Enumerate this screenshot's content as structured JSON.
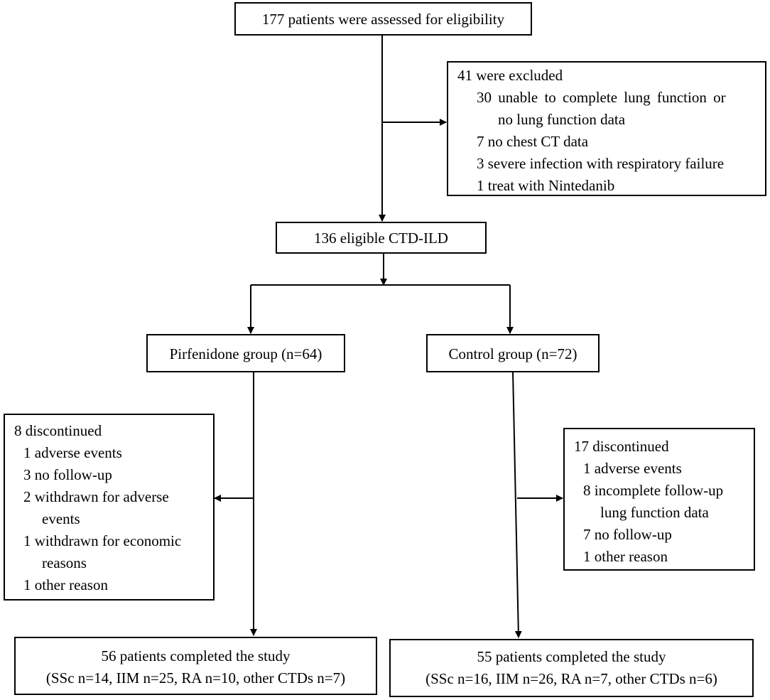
{
  "assessed": "177 patients were assessed for eligibility",
  "excluded": {
    "title": "41 were excluded",
    "line1a": "30 unable to complete lung function or",
    "line1b": "no lung function data",
    "line2": "7 no chest CT data",
    "line3": "3 severe infection with respiratory failure",
    "line4": "1 treat with Nintedanib"
  },
  "eligible": "136 eligible CTD-ILD",
  "pirfenidone_group": "Pirfenidone group (n=64)",
  "control_group": "Control group (n=72)",
  "pirfenidone_discontinued": {
    "title": "8 discontinued",
    "line1": "1 adverse events",
    "line2": "3 no follow-up",
    "line3a": "2 withdrawn for adverse",
    "line3b": "events",
    "line4a": "1 withdrawn for economic",
    "line4b": "reasons",
    "line5": "1 other reason"
  },
  "control_discontinued": {
    "title": "17 discontinued",
    "line1": "1 adverse events",
    "line2a": "8 incomplete follow-up",
    "line2b": "lung function data",
    "line3": "7 no follow-up",
    "line4": "1 other reason"
  },
  "pirfenidone_completed": {
    "line1": "56 patients completed the study",
    "line2": "(SSc n=14, IIM n=25, RA n=10, other CTDs n=7)"
  },
  "control_completed": {
    "line1": "55 patients completed the study",
    "line2": "(SSc n=16, IIM n=26, RA n=7, other CTDs n=6)"
  }
}
